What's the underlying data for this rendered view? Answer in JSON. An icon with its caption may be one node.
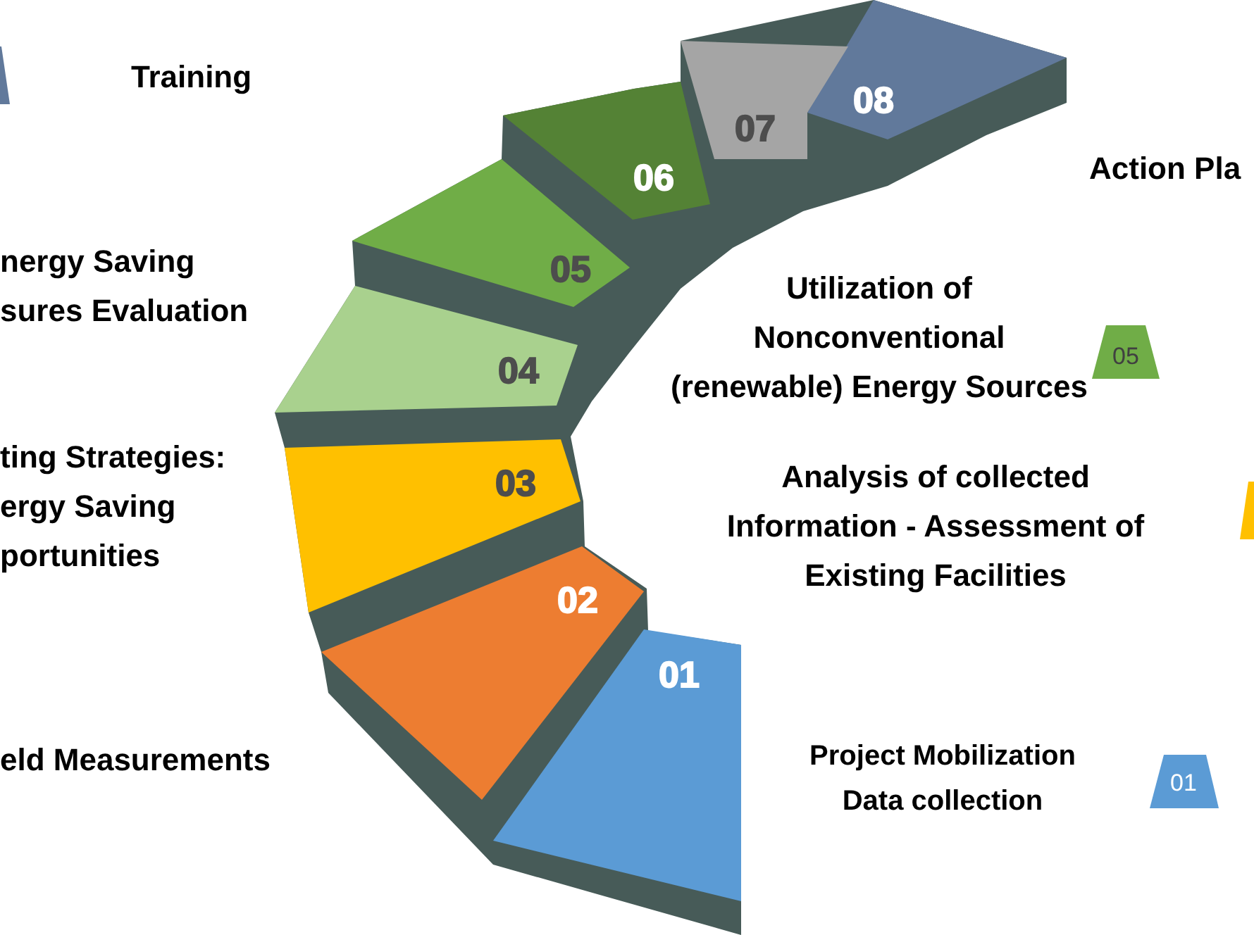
{
  "diagram": {
    "nodes": [
      {
        "text": [],
        "shape": "trapezoid"
      },
      {
        "text": [
          "08"
        ]
      },
      {
        "text": [
          "07"
        ]
      },
      {
        "text": [
          "06"
        ]
      },
      {
        "text": [
          "05"
        ]
      },
      {
        "text": [
          "05"
        ]
      },
      {
        "text": [
          "04"
        ]
      },
      {
        "text": [
          "03"
        ]
      },
      {
        "text": [],
        "shape": "trapezoid"
      },
      {
        "text": [
          "02"
        ]
      },
      {
        "text": [
          "01"
        ]
      },
      {
        "text": [
          "01"
        ]
      }
    ],
    "labels": [
      "Training",
      "Action Pla",
      "nergy Saving sures Evaluation",
      "Utilization of Nonconventional (renewable) Energy Sources",
      "ting Strategies: ergy Saving portunities",
      "Analysis of collected Information - Assessment of Existing Facilities",
      "eld Measurements",
      "Project Mobilization Data collection"
    ]
  }
}
